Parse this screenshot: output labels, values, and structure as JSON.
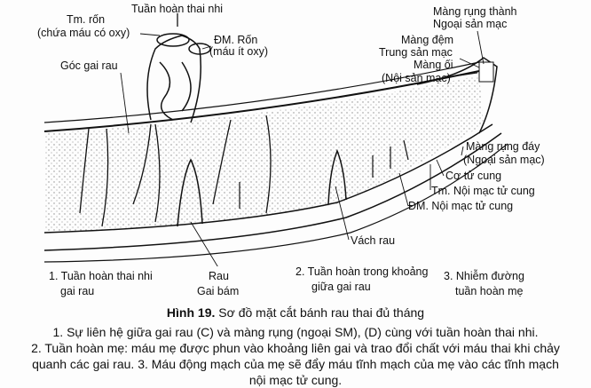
{
  "figure": {
    "labels": {
      "fetal_circulation": "Tuần hoàn thai nhi",
      "umbilical_vein": "Tm. rốn",
      "umbilical_vein_note": "(chứa máu có oxy)",
      "umbilical_artery": "ĐM. Rốn",
      "umbilical_artery_note": "(máu ít oxy)",
      "villus_stem": "Góc gai rau",
      "decidua_parietalis": "Màng rụng thành",
      "decidua_parietalis_alt": "Ngoại sản mạc",
      "chorion": "Màng đệm",
      "chorion_alt": "Trung sản mạc",
      "amnion": "Màng ối",
      "amnion_alt": "(Nội sản mạc)",
      "decidua_basalis": "Màng rụng đáy",
      "decidua_basalis_alt": "(Ngoại sản mạc)",
      "myometrium": "Cơ tử cung",
      "endometrial_vein": "Tm. Nội mạc tử cung",
      "endometrial_artery": "ĐM. Nội mạc tử cung",
      "placental_septum": "Vách rau",
      "bottom_1a": "1. Tuần hoàn thai nhi",
      "bottom_1b": "gai rau",
      "bottom_rau": "Rau",
      "bottom_gai_bam": "Gai bám",
      "bottom_2a": "2. Tuần hoàn trong khoảng",
      "bottom_2b": "giữa gai rau",
      "bottom_3a": "3. Nhiễm đường",
      "bottom_3b": "tuần hoàn mẹ"
    },
    "title_bold": "Hình 19.",
    "title_rest": " Sơ đồ mặt cắt bánh rau thai đủ tháng",
    "caption": [
      "1. Sự liên hệ giữa gai rau (C) và màng rụng (ngoại SM), (D) cùng với tuần hoàn thai nhi.",
      "2. Tuần hoàn mẹ: máu mẹ được phun vào khoảng liên gai và trao đổi chất với máu thai khi chảy",
      "quanh các gai rau. 3. Máu động mạch của mẹ sẽ đẩy máu tĩnh mạch của mẹ vào các tĩnh mạch",
      "nội mạc tử cung."
    ]
  }
}
